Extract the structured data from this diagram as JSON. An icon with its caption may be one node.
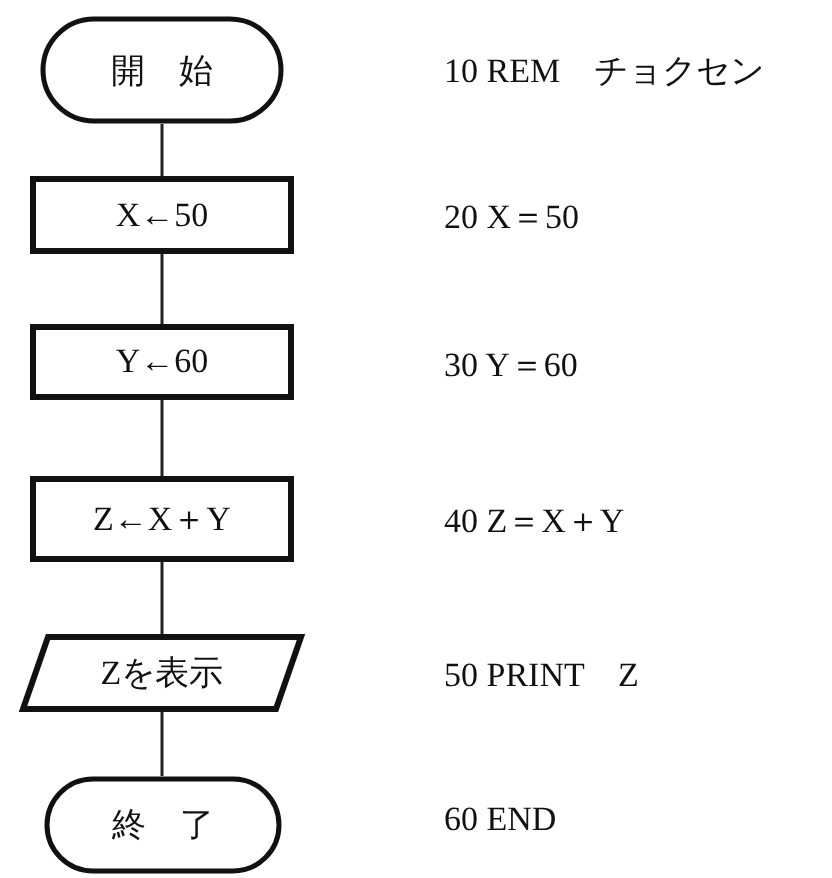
{
  "diagram": {
    "nodes": [
      {
        "text": [
          "開　始"
        ]
      },
      {
        "text": [
          "X←50"
        ]
      },
      {
        "text": [
          "Y←60"
        ]
      },
      {
        "text": [
          "Z←X＋Y"
        ]
      },
      {
        "text": [
          "Zを表示"
        ]
      },
      {
        "text": [
          "終　了"
        ]
      }
    ],
    "edges": [
      {
        "from": 0,
        "to": 1,
        "arrow": "none"
      },
      {
        "from": 1,
        "to": 2,
        "arrow": "none"
      },
      {
        "from": 2,
        "to": 3,
        "arrow": "none"
      },
      {
        "from": 3,
        "to": 4,
        "arrow": "none"
      },
      {
        "from": 4,
        "to": 5,
        "arrow": "none"
      }
    ],
    "labels": [
      "10 REM　チョクセン",
      "20 X＝50",
      "30 Y＝60",
      "40 Z＝X＋Y",
      "50 PRINT　Z",
      "60 END"
    ]
  }
}
